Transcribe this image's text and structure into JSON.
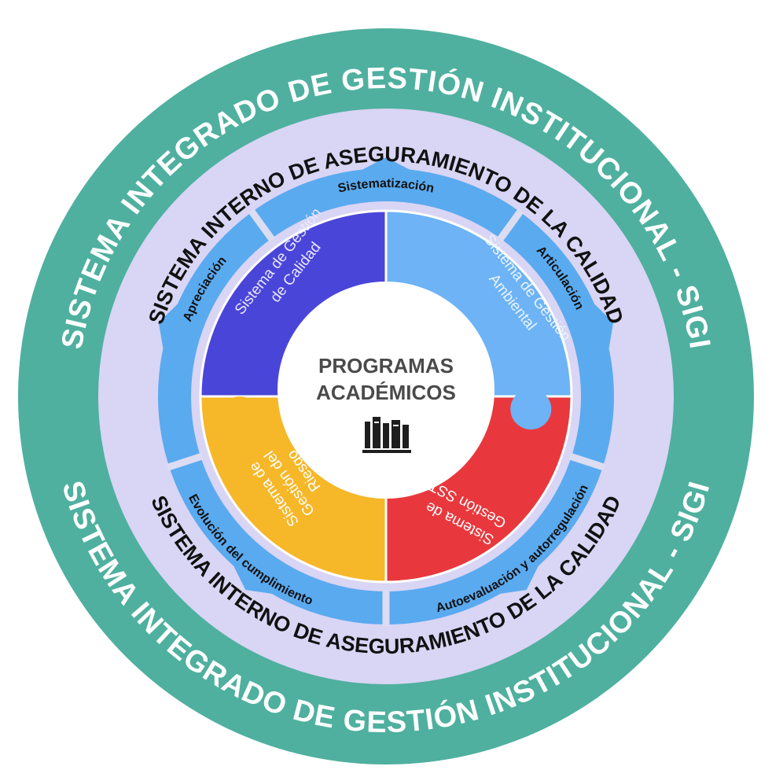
{
  "colors": {
    "outer_ring": "#4fb09f",
    "middle_ring": "#d9d5f4",
    "arrow_ring": "#5aaaf0",
    "separator": "#dcdcf2",
    "piece_quality": "#4a45d9",
    "piece_environment": "#6db3f5",
    "piece_risk": "#f6b729",
    "piece_sst": "#e8383d",
    "center": "#ffffff",
    "center_text": "#4a4a4a"
  },
  "outer_ring": {
    "top_text": "SISTEMA INTEGRADO DE GESTIÓN INSTITUCIONAL - SIGI",
    "bottom_text": "SISTEMA INTEGRADO DE GESTIÓN INSTITUCIONAL - SIGI"
  },
  "middle_ring": {
    "top_text": "SISTEMA INTERNO DE ASEGURAMIENTO DE LA CALIDAD",
    "bottom_text": "SISTEMA INTERNO DE ASEGURAMIENTO DE LA CALIDAD"
  },
  "cycle": {
    "steps": [
      "Sistematización",
      "Articulación",
      "Autoevaluación y autorregulación",
      "Evolución del cumplimiento",
      "Apreciación"
    ]
  },
  "pieces": {
    "quality": [
      "Sistema de  Gestión",
      "de Calidad"
    ],
    "environment": [
      "Sistema de  Gestión",
      "Ambiental"
    ],
    "risk": [
      "Sistema de",
      "Gestión del",
      "Riesgo"
    ],
    "sst": [
      "Sistema de",
      "Gestión SST"
    ]
  },
  "center": {
    "line1": "PROGRAMAS",
    "line2": "ACADÉMICOS",
    "icon": "books-icon"
  }
}
